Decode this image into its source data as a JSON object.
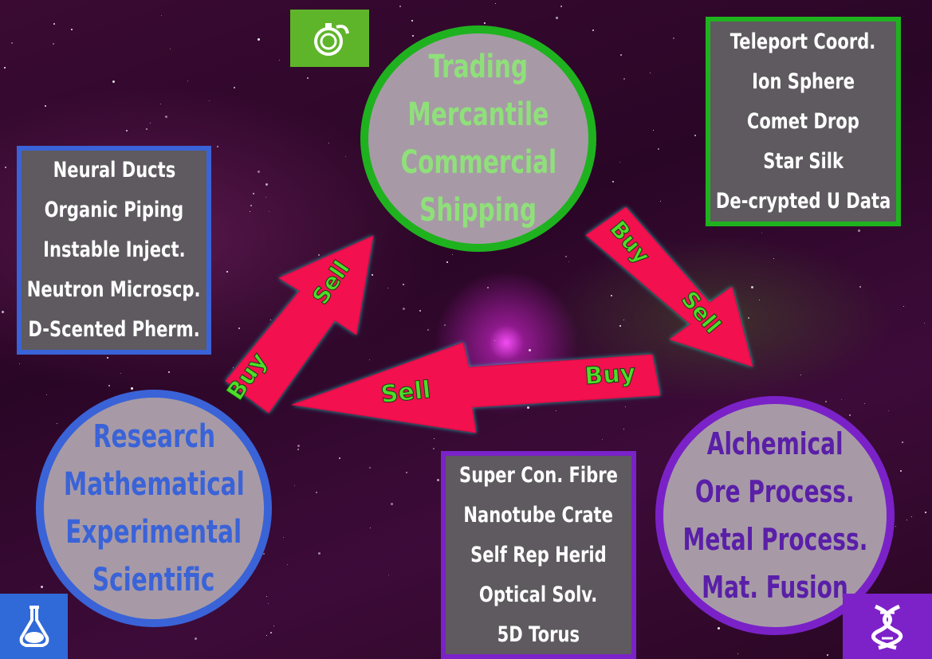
{
  "trading": {
    "color": "#1fb21f",
    "text_color": "#8fe07a",
    "lines": [
      "Trading",
      "Mercantile",
      "Commercial",
      "Shipping"
    ]
  },
  "research": {
    "color": "#3a63d8",
    "text_color": "#3a63d8",
    "lines": [
      "Research",
      "Mathematical",
      "Experimental",
      "Scientific"
    ]
  },
  "alchemical": {
    "color": "#7a22c8",
    "text_color": "#5a1fa8",
    "lines": [
      "Alchemical",
      "Ore Process.",
      "Metal Process.",
      "Mat. Fusion"
    ]
  },
  "trading_goods": [
    "Teleport Coord.",
    "Ion Sphere",
    "Comet Drop",
    "Star Silk",
    "De-crypted U Data"
  ],
  "research_goods": [
    "Neural Ducts",
    "Organic Piping",
    "Instable Inject.",
    "Neutron Microscp.",
    "D-Scented Pherm."
  ],
  "alchemical_goods": [
    "Super Con. Fibre",
    "Nanotube Crate",
    "Self Rep Herid",
    "Optical Solv.",
    "5D Torus"
  ],
  "arrows": {
    "research_to_trading": {
      "buy": "Buy",
      "sell": "Sell"
    },
    "trading_to_alchemical": {
      "buy": "Buy",
      "sell": "Sell"
    },
    "alchemical_to_research": {
      "buy": "Buy",
      "sell": "Sell"
    }
  },
  "colors": {
    "arrow_fill": "#f2104f",
    "arrow_glow": "#1fd6c8",
    "label_green": "#4fdc2a"
  },
  "icons": {
    "trading": "compass-icon",
    "research": "flask-icon",
    "alchemical": "dna-icon"
  }
}
